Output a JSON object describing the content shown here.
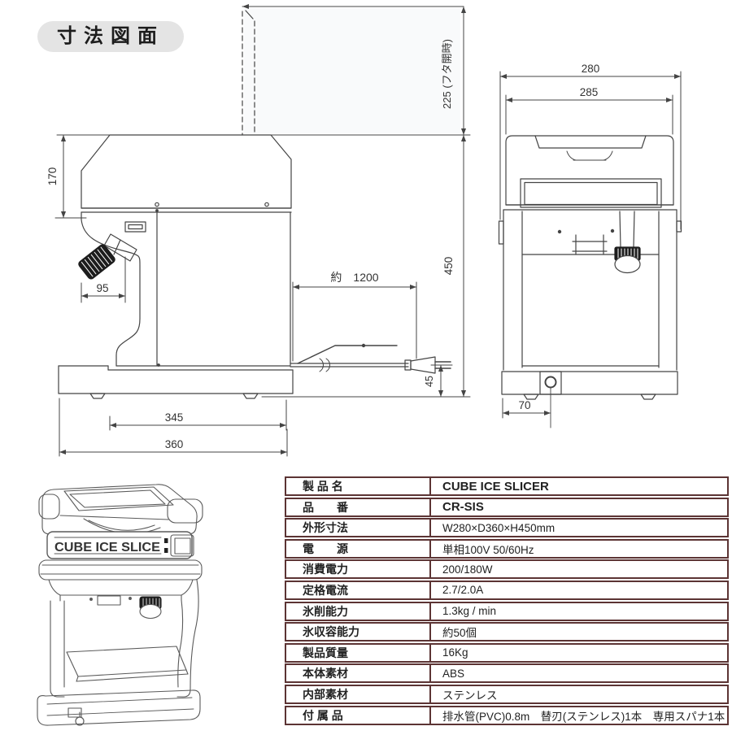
{
  "page": {
    "title": "寸法図面"
  },
  "side_view": {
    "dim_lid_open": "225 (フタ開時)",
    "dim_hood_height": "170",
    "dim_knob": "95",
    "dim_cord": "約　1200",
    "dim_total_height": "450",
    "dim_cord_height": "45",
    "dim_base_inner": "345",
    "dim_base_full": "360"
  },
  "front_view": {
    "dim_width_top": "280",
    "dim_width_lid": "285",
    "dim_drain": "70"
  },
  "product": {
    "nameplate": "CUBE ICE SLICE"
  },
  "spec_table": {
    "rows": [
      {
        "label": "製 品 名",
        "value": "CUBE ICE SLICER"
      },
      {
        "label": "品　　番",
        "value": "CR-SIS"
      },
      {
        "label": "外形寸法",
        "value": "W280×D360×H450mm"
      },
      {
        "label": "電　　源",
        "value": "単相100V  50/60Hz"
      },
      {
        "label": "消費電力",
        "value": "200/180W"
      },
      {
        "label": "定格電流",
        "value": "2.7/2.0A"
      },
      {
        "label": "氷削能力",
        "value": "1.3kg / min"
      },
      {
        "label": "氷収容能力",
        "value": "約50個"
      },
      {
        "label": "製品質量",
        "value": "16Kg"
      },
      {
        "label": "本体素材",
        "value": "ABS"
      },
      {
        "label": "内部素材",
        "value": "ステンレス"
      },
      {
        "label": "付 属 品",
        "value": "排水管(PVC)0.8m　替刃(ステンレス)1本　専用スパナ1本"
      }
    ]
  },
  "colors": {
    "table_border": "#5c3434",
    "line": "#444444",
    "pill_bg": "#e4e4e4"
  }
}
